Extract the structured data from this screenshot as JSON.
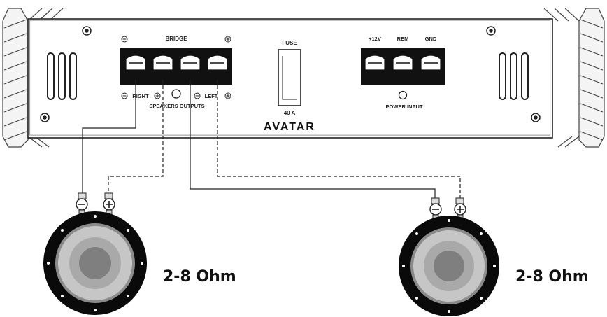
{
  "amplifier": {
    "brand": "AVATAR",
    "bridge_label": "BRIDGE",
    "right_label": "RIGHT",
    "left_label": "LEFT",
    "speakers_outputs_label": "SPEAKERS OUTPUTS",
    "fuse_label": "FUSE",
    "fuse_rating": "40 A",
    "power_terminals": [
      "+12V",
      "REM",
      "GND"
    ],
    "power_input_label": "POWER INPUT"
  },
  "speakers": [
    {
      "impedance": "2-8 Ohm"
    },
    {
      "impedance": "2-8 Ohm"
    }
  ],
  "polarity": {
    "minus": "−",
    "plus": "+"
  }
}
